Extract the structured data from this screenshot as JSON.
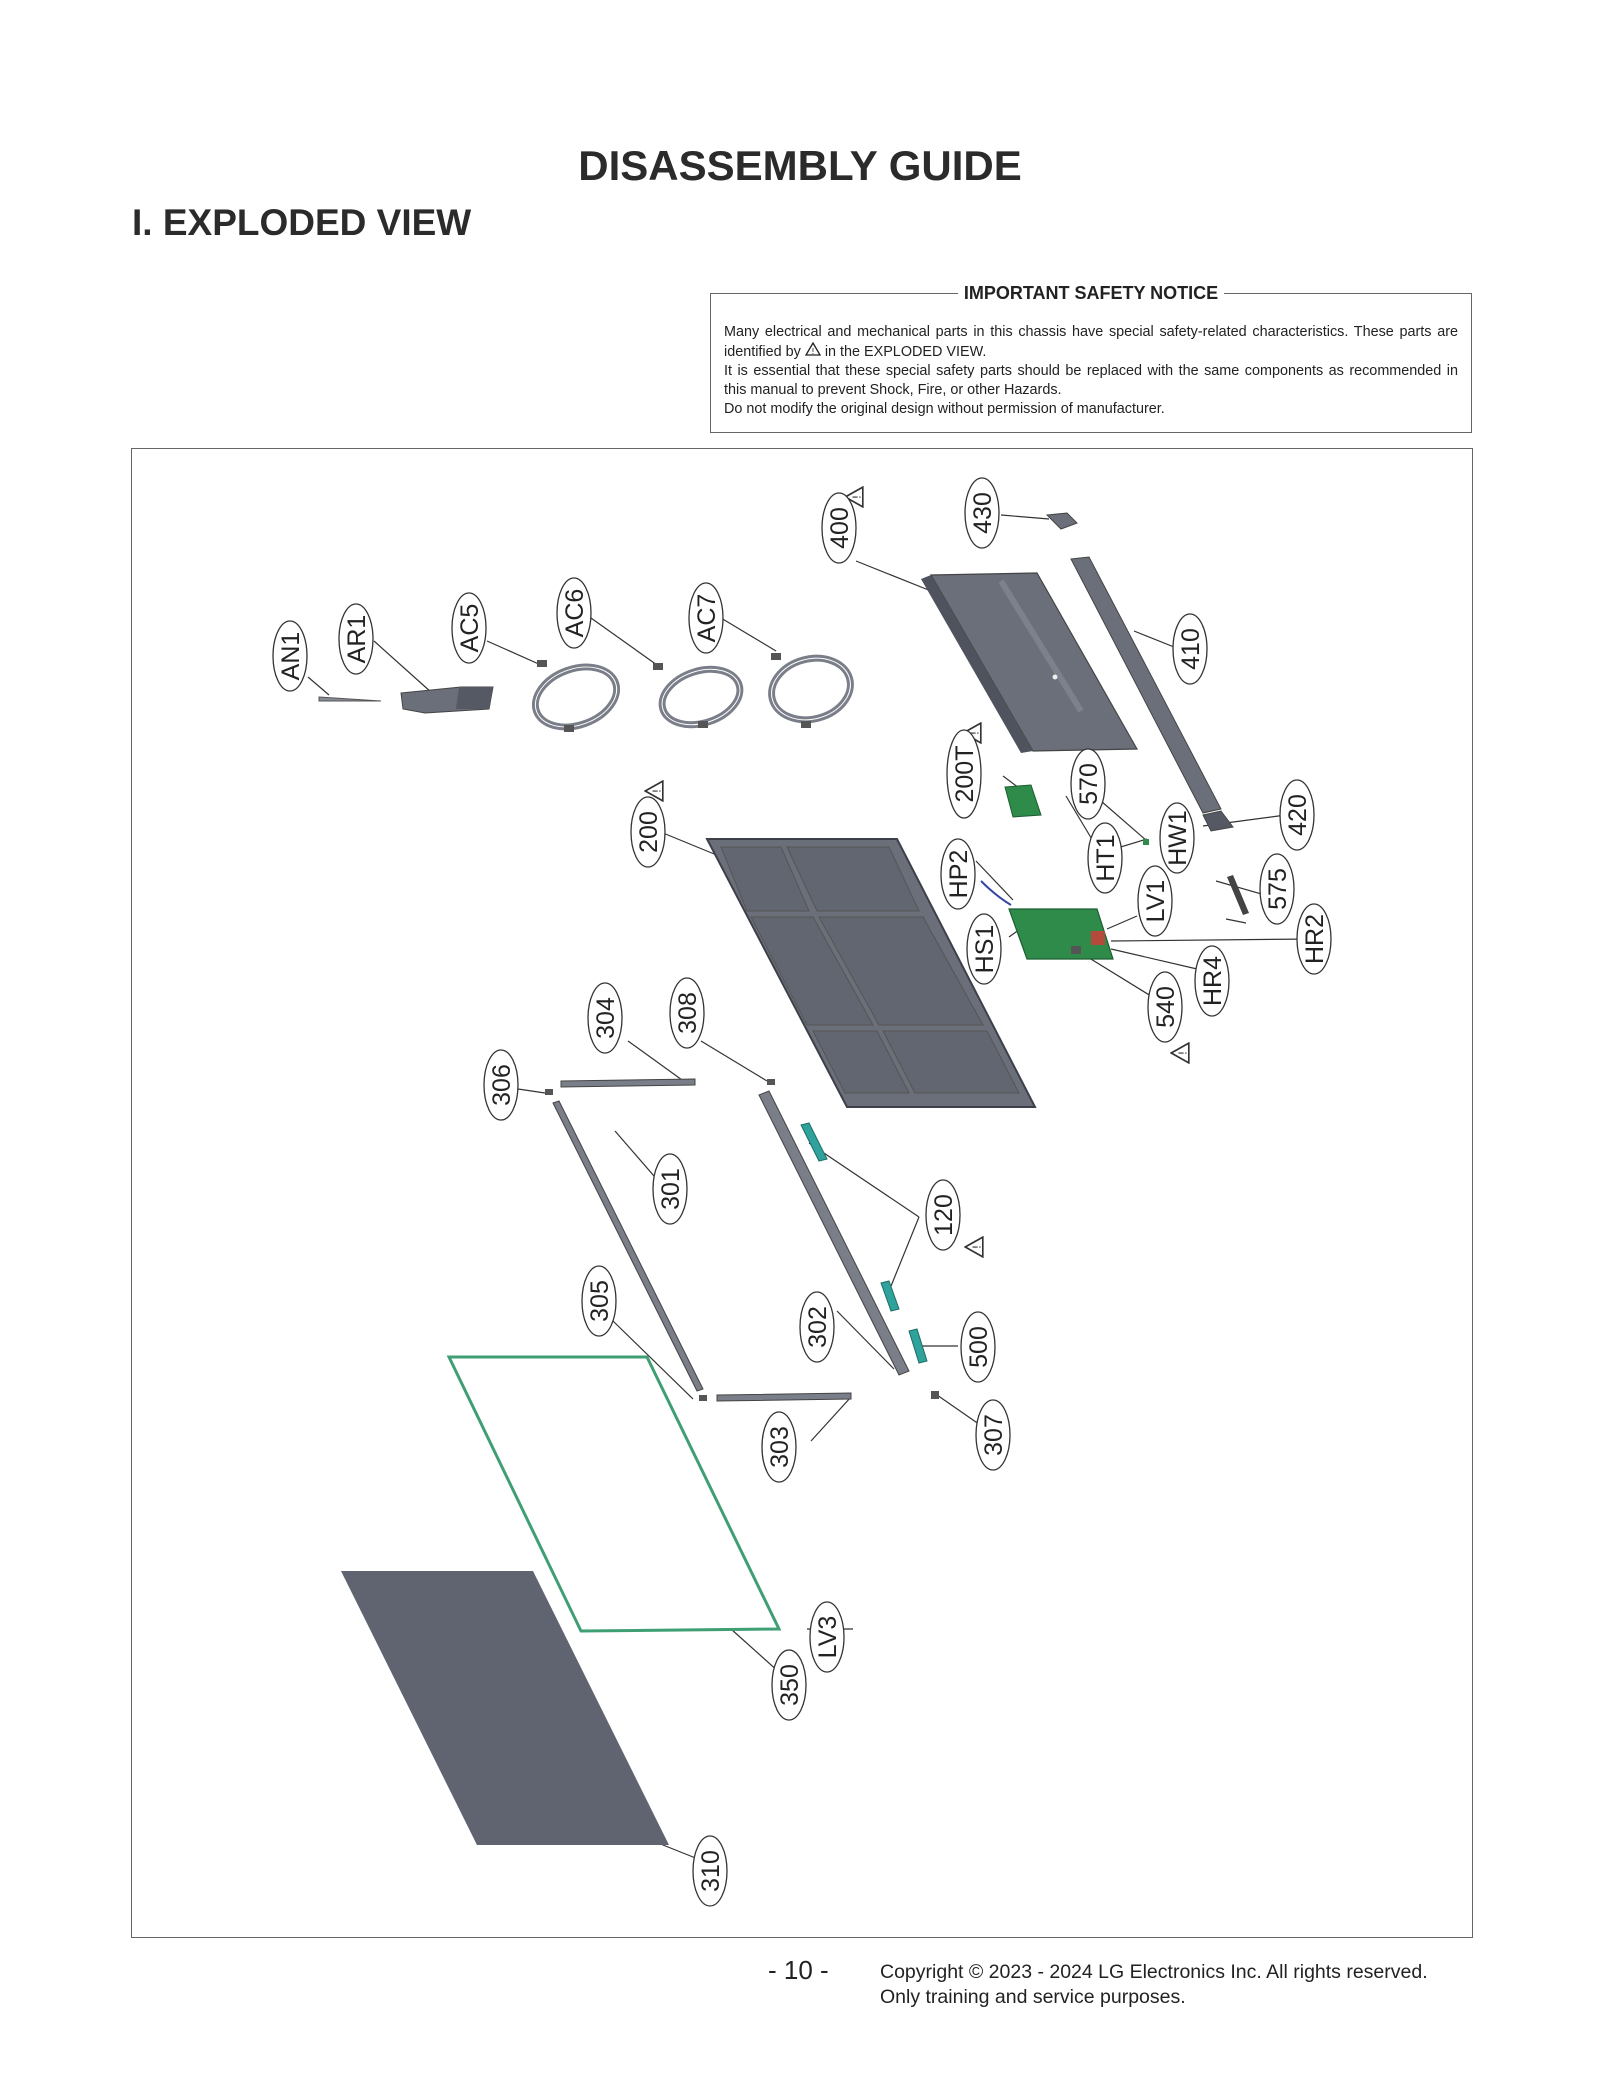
{
  "title": "DISASSEMBLY GUIDE",
  "section": "I. EXPLODED VIEW",
  "notice": {
    "title": "IMPORTANT SAFETY NOTICE",
    "line1a": "Many electrical and mechanical parts in this chassis have special safety-related characteristics. These parts are identified by",
    "line1b": "in the EXPLODED VIEW.",
    "line2": "It is essential that these special safety parts should be replaced with the same components as recommended in this manual to prevent Shock, Fire, or other Hazards.",
    "line3": "Do not modify the original design without permission of manufacturer."
  },
  "parts": {
    "AN1": "AN1",
    "AR1": "AR1",
    "AC5": "AC5",
    "AC6": "AC6",
    "AC7": "AC7",
    "p400": "400",
    "p430": "430",
    "p410": "410",
    "p200T": "200T",
    "p570": "570",
    "HT1": "HT1",
    "HW1": "HW1",
    "p420": "420",
    "p200": "200",
    "HP2": "HP2",
    "LV1": "LV1",
    "p575": "575",
    "HS1": "HS1",
    "HR2": "HR2",
    "HR4": "HR4",
    "p540": "540",
    "p304": "304",
    "p308": "308",
    "p306": "306",
    "p301": "301",
    "p120": "120",
    "p305": "305",
    "p302": "302",
    "p500": "500",
    "p303": "303",
    "p307": "307",
    "LV3": "LV3",
    "p350": "350",
    "p310": "310"
  },
  "footer": {
    "page": "- 10 -",
    "copyright1": "Copyright © 2023 - 2024 LG Electronics Inc. All rights reserved.",
    "copyright2": "Only training and service purposes."
  },
  "colors": {
    "metal": "#6b6f7a",
    "panel": "#5f6470",
    "pcb": "#2e8b4a",
    "teal": "#2fa39b",
    "gasket": "#3f9f73"
  }
}
